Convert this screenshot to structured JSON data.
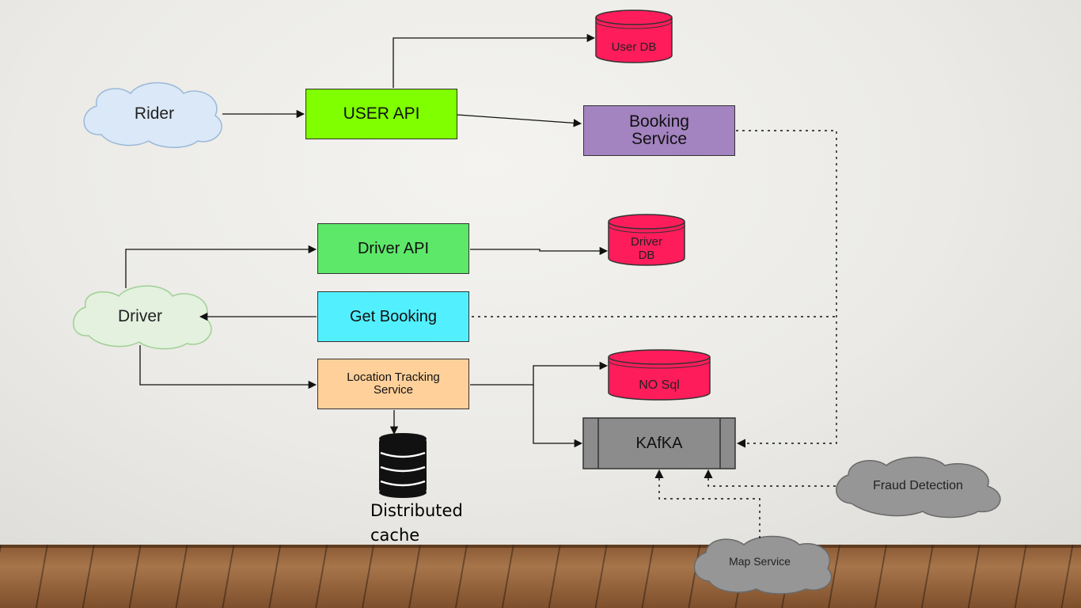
{
  "nodes": {
    "rider": "Rider",
    "user_api": "USER API",
    "user_db": "User DB",
    "booking_service": {
      "line1": "Booking",
      "line2": "Service"
    },
    "driver_api": "Driver API",
    "driver_db": {
      "line1": "Driver",
      "line2": "DB"
    },
    "driver": "Driver",
    "get_booking": "Get Booking",
    "location_tracking": {
      "line1": "Location Tracking",
      "line2": "Service"
    },
    "nosql": "NO Sql",
    "kafka": "KAfKA",
    "distributed_cache": {
      "line1": "Distributed",
      "line2": "cache"
    },
    "fraud_detection": "Fraud Detection",
    "map_service": "Map Service"
  },
  "colors": {
    "user_api": "#7fff00",
    "booking_service": "#a383c0",
    "driver_api": "#5ee86a",
    "get_booking": "#52f0ff",
    "location_tracking": "#ffd09a",
    "kafka": "#8c8c8c",
    "database": "#ff1c5b",
    "rider_cloud": "#dbe8f7",
    "driver_cloud": "#e3f1de",
    "service_cloud": "#969696"
  }
}
